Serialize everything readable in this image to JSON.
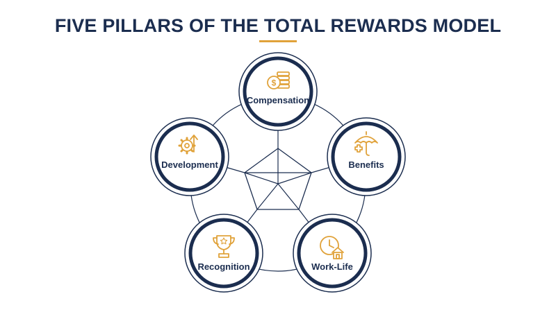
{
  "title": "FIVE PILLARS OF THE TOTAL REWARDS MODEL",
  "colors": {
    "navy": "#1b2d4f",
    "gold": "#e0a23a",
    "background": "#ffffff"
  },
  "pillars": [
    {
      "label": "Compensation",
      "icon": "coins-dollar-icon"
    },
    {
      "label": "Benefits",
      "icon": "umbrella-health-icon"
    },
    {
      "label": "Work-Life",
      "icon": "clock-home-icon"
    },
    {
      "label": "Recognition",
      "icon": "trophy-icon"
    },
    {
      "label": "Development",
      "icon": "gear-arrow-icon"
    }
  ]
}
